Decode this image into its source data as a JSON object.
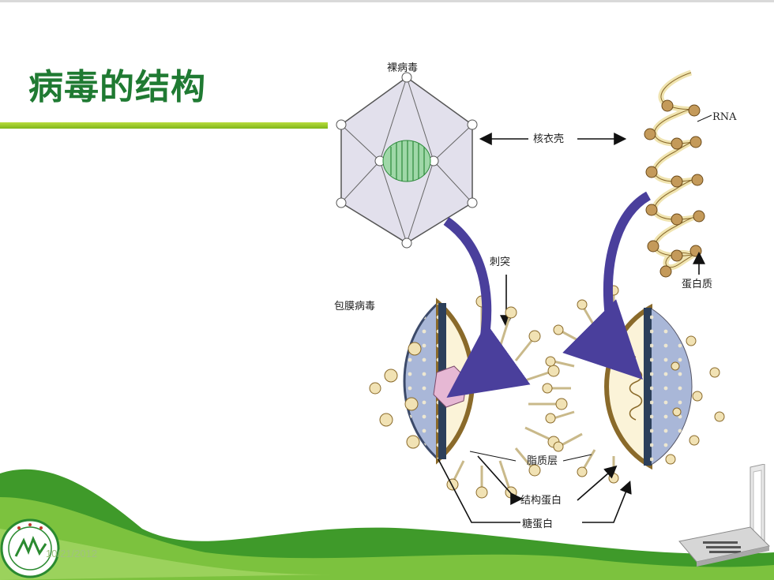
{
  "slide": {
    "title": "病毒的结构",
    "date": "10/21/2012"
  },
  "colors": {
    "title": "#1f7a32",
    "accent_bar": "#8cc21c",
    "footer_green": "#3f9a2a",
    "capsid": "#e2e0ec",
    "envelope": "#a9b7d8",
    "arrow": "#4a3f9c",
    "protein": "#c49a5a",
    "spike": "#f1e2b4"
  },
  "diagram": {
    "labels": {
      "naked_virus": "裸病毒",
      "capsid": "核衣壳",
      "rna": "RNA",
      "protein": "蛋白质",
      "spike": "刺突",
      "enveloped_virus": "包膜病毒",
      "lipid_layer": "脂质层",
      "structural_protein": "结构蛋白",
      "glycoprotein": "糖蛋白"
    }
  },
  "icons": {
    "logo": "university-emblem-icon",
    "laptop": "laptop-icon"
  }
}
